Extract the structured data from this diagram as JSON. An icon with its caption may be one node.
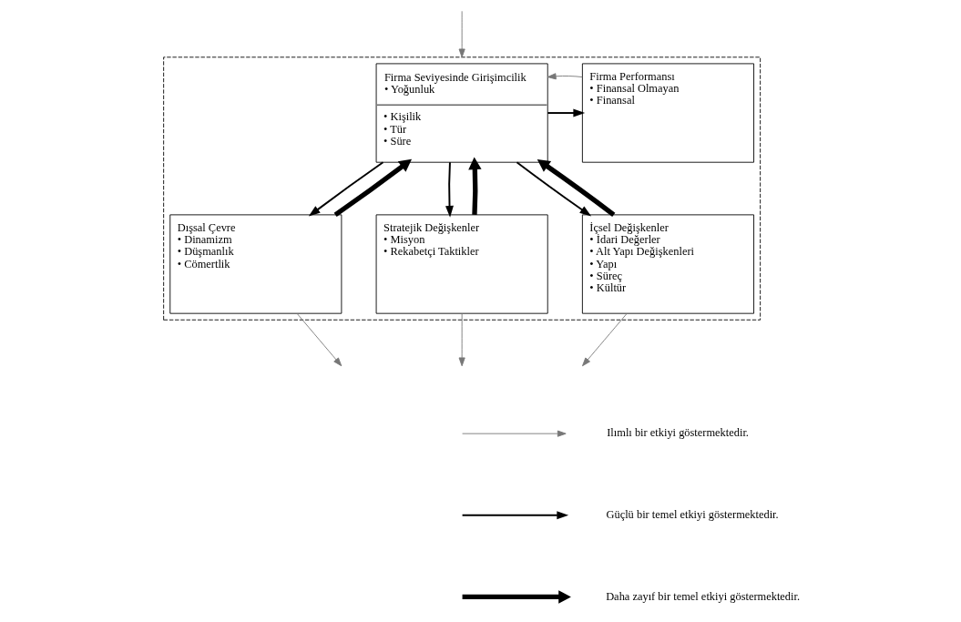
{
  "diagram": {
    "nodes": [
      {
        "text": [],
        "shape": "box"
      },
      {
        "text": [
          "Firma Seviyesinde Girişimcilik",
          "• Yoğunluk",
          "• Kişilik",
          "• Tür",
          "• Süre"
        ],
        "in": 0
      },
      {
        "text": [
          "Firma Performansı",
          "• Finansal Olmayan",
          "• Finansal"
        ],
        "in": 0
      },
      {
        "text": [
          "Dışsal Çevre",
          "• Dinamizm",
          "• Düşmanlık",
          "• Cömertlik"
        ],
        "in": 0
      },
      {
        "text": [
          "Stratejik Değişkenler",
          "• Misyon",
          "• Rekabetçi Taktikler"
        ],
        "in": 0
      },
      {
        "text": [
          "İçsel Değişkenler",
          "• İdari Değerler",
          "• Alt Yapı Değişkenleri",
          "• Yapı",
          "• Süreç",
          "• Kültür"
        ],
        "in": 0
      }
    ],
    "edges": [
      {
        "from": null,
        "to": 0,
        "arrow": "to",
        "color": "#777777"
      },
      {
        "from": 1,
        "to": 2,
        "arrow": "to"
      },
      {
        "from": 2,
        "to": 1,
        "arrow": "to",
        "color": "#777777"
      },
      {
        "from": 1,
        "to": 5,
        "arrow": "to"
      },
      {
        "from": 1,
        "to": 3,
        "arrow": "to"
      },
      {
        "from": 3,
        "to": 1,
        "arrow": "to",
        "style": "thick"
      },
      {
        "from": 4,
        "to": 1,
        "arrow": "to",
        "style": "thick"
      },
      {
        "from": 1,
        "to": 4,
        "arrow": "to"
      },
      {
        "from": 5,
        "to": 1,
        "arrow": "to",
        "style": "thick"
      },
      {
        "from": 3,
        "to": null,
        "arrow": "to",
        "color": "#777777"
      },
      {
        "from": 4,
        "to": null,
        "arrow": "to",
        "color": "#777777"
      },
      {
        "from": 5,
        "to": null,
        "arrow": "to",
        "color": "#777777"
      }
    ],
    "legend": [
      {
        "text": "Ilımlı bir etkiyi göstermektedir."
      },
      {
        "text": "Güçlü bir temel etkiyi göstermektedir."
      },
      {
        "text": "Daha zayıf bir temel etkiyi göstermektedir."
      }
    ]
  }
}
